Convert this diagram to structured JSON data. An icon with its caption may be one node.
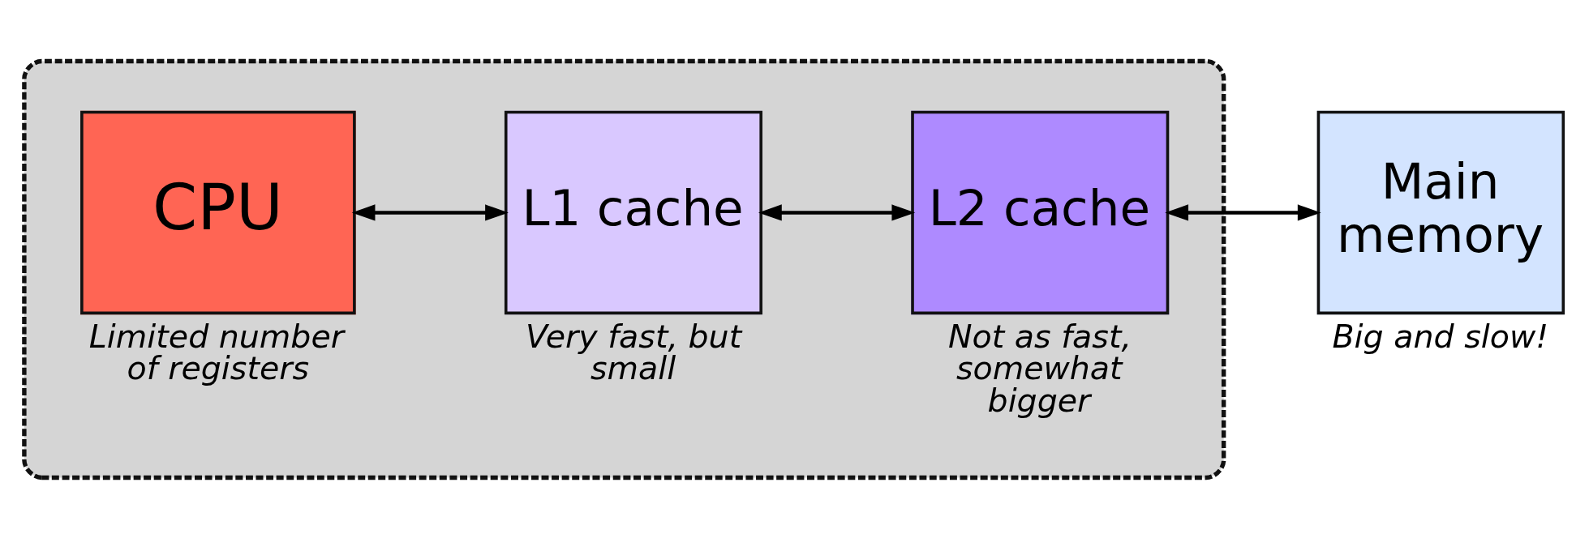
{
  "diagram": {
    "nodes": [
      {
        "text": [],
        "shape": "box"
      },
      {
        "text": [
          "CPU"
        ],
        "in": 0,
        "beside": [
          "Limited number of registers"
        ]
      },
      {
        "text": [
          "L1 cache"
        ],
        "in": 0,
        "beside": [
          "Very fast, but small"
        ]
      },
      {
        "text": [
          "L2 cache"
        ],
        "in": 0,
        "beside": [
          "Not as fast, somewhat bigger"
        ]
      },
      {
        "text": [
          "Main memory"
        ],
        "beside": [
          "Big and slow!"
        ]
      }
    ],
    "edges": [
      {
        "from": 1,
        "to": 2,
        "arrow": "both"
      },
      {
        "from": 2,
        "to": 3,
        "arrow": "both"
      },
      {
        "from": 3,
        "to": 4,
        "arrow": "both"
      }
    ]
  }
}
